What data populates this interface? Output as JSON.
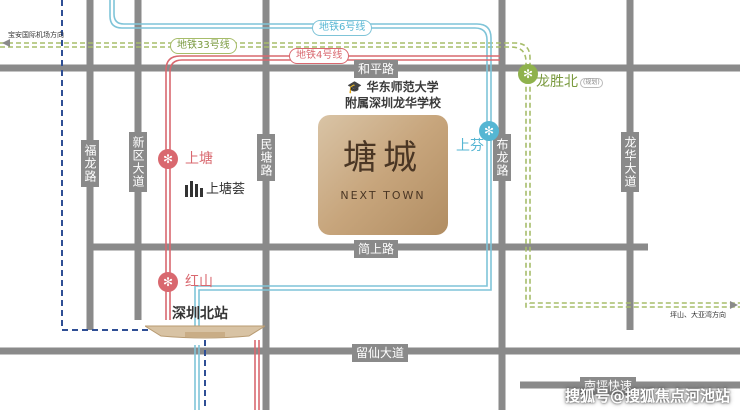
{
  "colors": {
    "road": "#8a8a8a",
    "metro_6": "#7fc4d8",
    "metro_4": "#d9686f",
    "metro_33": "#a7bd6a",
    "intercity": "#2f4f95",
    "station_red": "#d9686f",
    "station_blue": "#55b6d3",
    "station_green": "#8fb24d"
  },
  "roads": {
    "heping": "和平路",
    "jianshang": "简上路",
    "liuxian": "留仙大道",
    "nanping": "南坪快速",
    "fulong": "福龙路",
    "xinqu": "新区大道",
    "minkeng": "民塘路",
    "bulong": "布龙路",
    "longhua": "龙华大道"
  },
  "metro_lines": {
    "line6": "地铁6号线",
    "line4": "地铁4号线",
    "line33": "地铁33号线"
  },
  "stations": {
    "shangtang": "上塘",
    "hongshan": "红山",
    "shangfen": "上芬",
    "longshengbei": "龙胜北",
    "longshengbei_tag": "(规划)",
    "shenzhen_north": "深圳北站"
  },
  "pois": {
    "shangtang_hui": "上塘荟",
    "school_line1": "华东师范大学",
    "school_line2": "附属深圳龙华学校"
  },
  "directions": {
    "airport": "宝安国际机场方向",
    "pingshan": "坪山、大亚湾方向"
  },
  "project": {
    "name": "塘城",
    "name_en": "NEXT TOWN"
  },
  "watermark": "搜狐号@搜狐焦点河池站"
}
